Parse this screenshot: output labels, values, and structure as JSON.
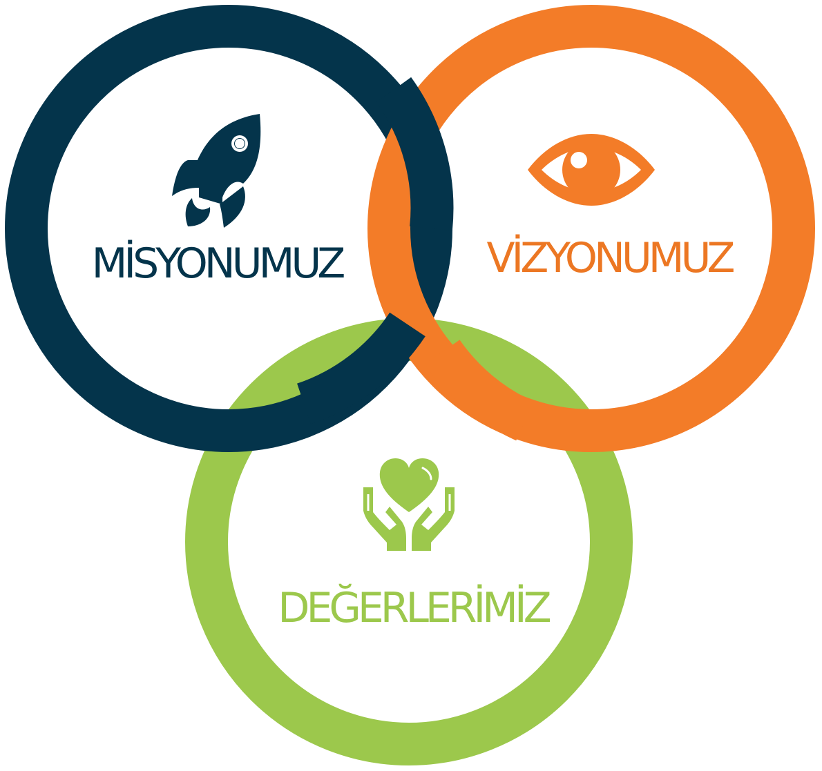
{
  "colors": {
    "navy": "#04344b",
    "orange": "#f37c28",
    "orange_text": "#ec7723",
    "green": "#9cc84c",
    "background": "#ffffff"
  },
  "circles": [
    {
      "id": "mission",
      "label": "MİSYONUMUZ",
      "icon": "rocket-icon",
      "color": "#04344b"
    },
    {
      "id": "vision",
      "label": "VİZYONUMUZ",
      "icon": "eye-icon",
      "color": "#f37c28"
    },
    {
      "id": "values",
      "label": "DEĞERLERİMİZ",
      "icon": "hands-holding-heart-icon",
      "color": "#9cc84c"
    }
  ]
}
